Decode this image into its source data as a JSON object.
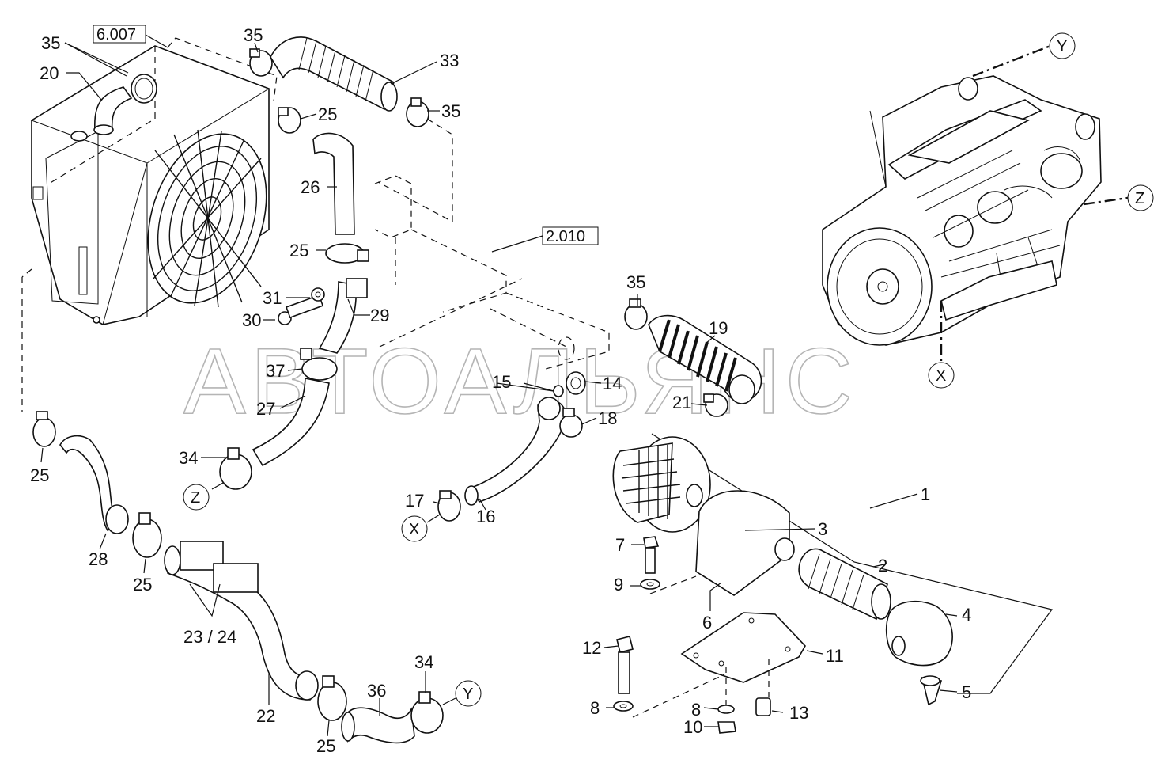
{
  "watermark": "АВТОАЛЬЯНС",
  "reference_boxes": {
    "radiator_ref": "6.007",
    "frame_ref": "2.010"
  },
  "connectors": {
    "x": "X",
    "y": "Y",
    "z": "Z"
  },
  "labels": {
    "l1": "1",
    "l2": "2",
    "l3": "3",
    "l4": "4",
    "l5": "5",
    "l6": "6",
    "l7": "7",
    "l8a": "8",
    "l8b": "8",
    "l9": "9",
    "l10": "10",
    "l11": "11",
    "l12": "12",
    "l13": "13",
    "l14": "14",
    "l15": "15",
    "l16": "16",
    "l17": "17",
    "l18": "18",
    "l19": "19",
    "l20": "20",
    "l21": "21",
    "l22": "22",
    "l2324": "23 / 24",
    "l25a": "25",
    "l25b": "25",
    "l25c": "25",
    "l25d": "25",
    "l25e": "25",
    "l26": "26",
    "l27": "27",
    "l28": "28",
    "l29": "29",
    "l30": "30",
    "l31": "31",
    "l33": "33",
    "l34a": "34",
    "l34b": "34",
    "l35a": "35",
    "l35b": "35",
    "l35c": "35",
    "l35d": "35",
    "l36": "36",
    "l37": "37"
  }
}
